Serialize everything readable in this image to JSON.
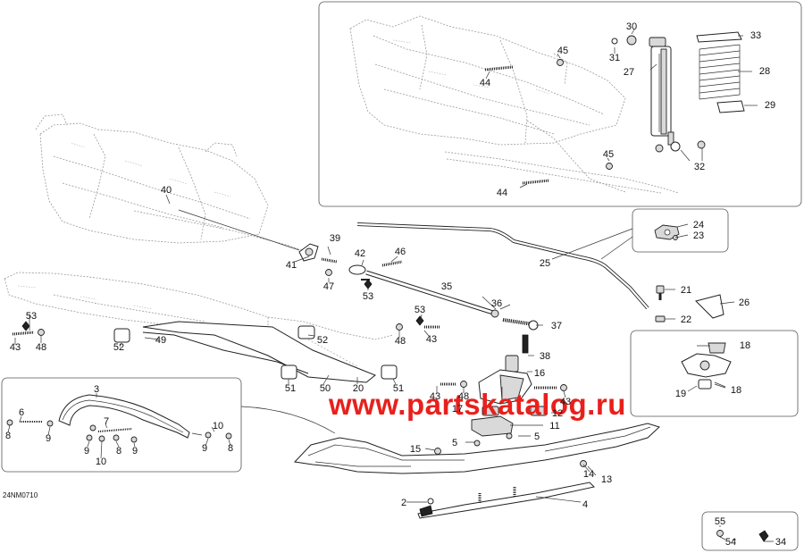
{
  "diagram": {
    "reference_code": "24NM0710",
    "watermark": "www.partskatalog.ru",
    "callouts": {
      "c2": "2",
      "c3": "3",
      "c4": "4",
      "c5a": "5",
      "c5b": "5",
      "c6": "6",
      "c7": "7",
      "c8a": "8",
      "c8b": "8",
      "c8c": "8",
      "c9a": "9",
      "c9b": "9",
      "c9c": "9",
      "c10a": "10",
      "c10b": "10",
      "c11": "11",
      "c12": "12",
      "c13": "13",
      "c14": "14",
      "c15": "15",
      "c16": "16",
      "c17": "17",
      "c18a": "18",
      "c18b": "18",
      "c19": "19",
      "c20": "20",
      "c21": "21",
      "c22": "22",
      "c23": "23",
      "c24": "24",
      "c25": "25",
      "c26": "26",
      "c27": "27",
      "c28": "28",
      "c29": "29",
      "c30": "30",
      "c31": "31",
      "c32": "32",
      "c33": "33",
      "c34": "34",
      "c35": "35",
      "c36": "36",
      "c37": "37",
      "c38": "38",
      "c39": "39",
      "c40": "40",
      "c41": "41",
      "c42": "42",
      "c43a": "43",
      "c43b": "43",
      "c43c": "43",
      "c43d": "43",
      "c44a": "44",
      "c44b": "44",
      "c45a": "45",
      "c45b": "45",
      "c46": "46",
      "c47": "47",
      "c48a": "48",
      "c48b": "48",
      "c48c": "48",
      "c49": "49",
      "c50": "50",
      "c51a": "51",
      "c51b": "51",
      "c52": "52",
      "c53a": "53",
      "c53b": "53",
      "c53c": "53",
      "c54": "54",
      "c55": "55"
    }
  }
}
